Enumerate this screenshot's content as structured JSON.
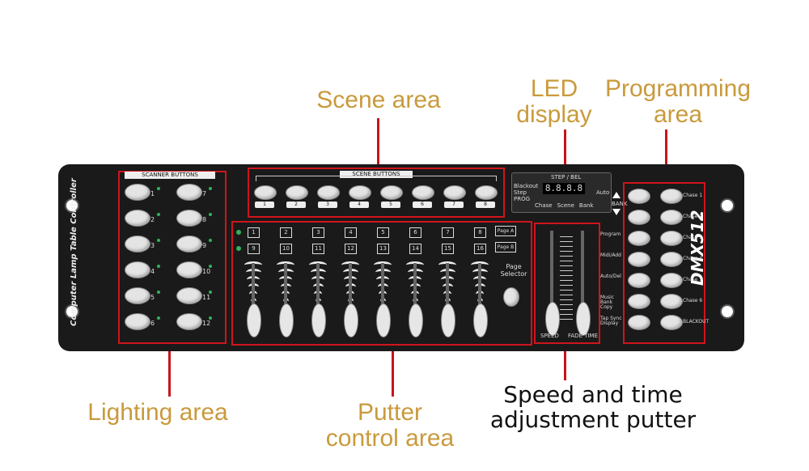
{
  "callouts": {
    "scene": "Scene area",
    "led_line1": "LED",
    "led_line2": "display",
    "prog_line1": "Programming",
    "prog_line2": "area",
    "lighting": "Lighting area",
    "putter_line1": "Putter",
    "putter_line2": "control area",
    "speed_line1": "Speed and time",
    "speed_line2": "adjustment putter"
  },
  "panel": {
    "scanner_header": "SCANNER BUTTONS",
    "scene_header": "SCENE BUTTONS",
    "side_text": "Computer Lamp Table Controller",
    "brand": "DMX512",
    "scanner_numbers": [
      "1",
      "7",
      "2",
      "8",
      "3",
      "9",
      "4",
      "10",
      "5",
      "11",
      "6",
      "12"
    ],
    "scene_numbers": [
      "1",
      "2",
      "3",
      "4",
      "5",
      "6",
      "7",
      "8"
    ],
    "fader_top": [
      "1",
      "2",
      "3",
      "4",
      "5",
      "6",
      "7",
      "8"
    ],
    "fader_bottom": [
      "9",
      "10",
      "11",
      "12",
      "13",
      "14",
      "15",
      "16"
    ],
    "page_a": "Page A",
    "page_b": "Page B",
    "page_selector": "Page Selector",
    "speed_label": "SPEED",
    "fade_label": "FADE TIME",
    "display_digits": "8.8.8.8",
    "display_left": [
      "Blackout",
      "Step",
      "PROG"
    ],
    "display_bottom": [
      "Chase",
      "Scene",
      "Bank"
    ],
    "display_top": "STEP / BEL",
    "bank_label": "BANK",
    "auto_label": "Auto",
    "prog_buttons": [
      "Program",
      "Midi/Add",
      "Auto/Del",
      "Music Bank Copy",
      "Tap Sync Display"
    ],
    "chase_buttons": [
      "Chase 1",
      "Chase 2",
      "Chase 3",
      "Chase 4",
      "Chase 5",
      "Chase 6",
      "BLACKOUT"
    ]
  }
}
